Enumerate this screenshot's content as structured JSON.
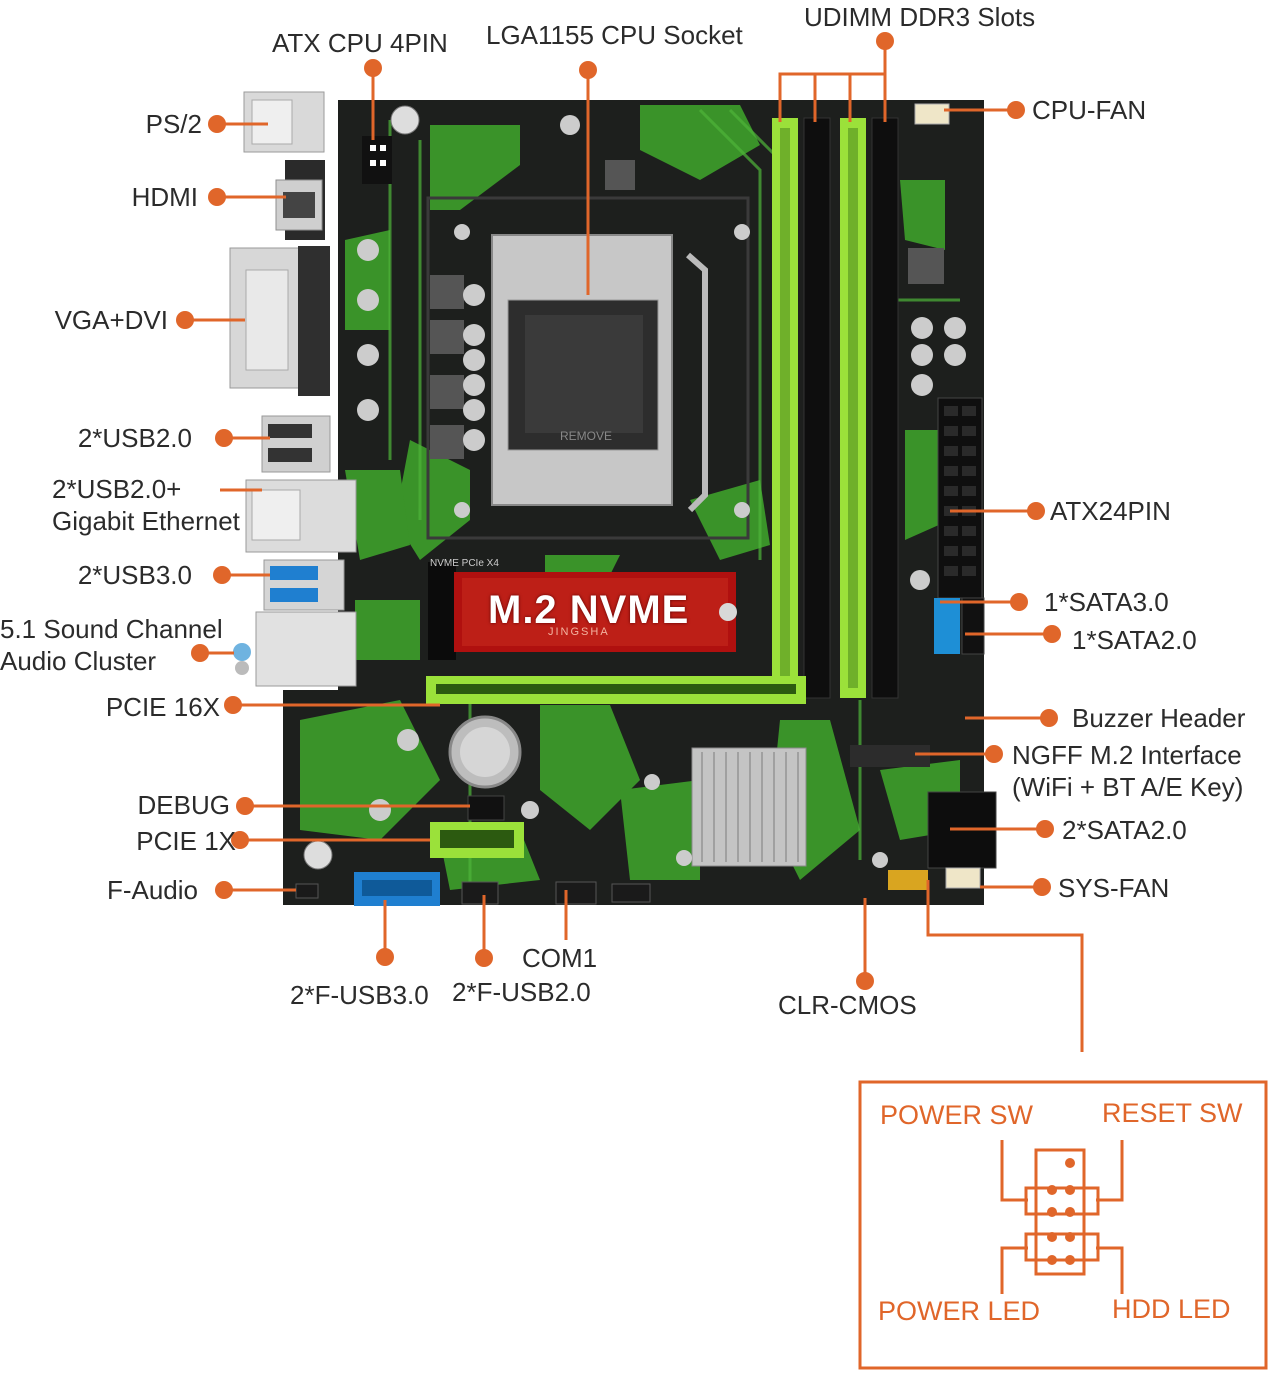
{
  "labels": {
    "atx_cpu": "ATX CPU 4PIN",
    "cpu_socket": "LGA1155 CPU Socket",
    "udimm": "UDIMM DDR3 Slots",
    "ps2": "PS/2",
    "cpu_fan": "CPU-FAN",
    "hdmi": "HDMI",
    "vga_dvi": "VGA+DVI",
    "usb20": "2*USB2.0",
    "usb20_gbe_line1": "2*USB2.0+",
    "usb20_gbe_line2": "Gigabit Ethernet",
    "atx24": "ATX24PIN",
    "usb30": "2*USB3.0",
    "sata30": "1*SATA3.0",
    "sound_line1": "5.1 Sound Channel",
    "sound_line2": "Audio Cluster",
    "sata20_single": "1*SATA2.0",
    "pcie16": "PCIE 16X",
    "buzzer": "Buzzer Header",
    "ngff_line1": "NGFF M.2 Interface",
    "ngff_line2": "(WiFi + BT A/E Key)",
    "debug": "DEBUG",
    "pcie1": "PCIE 1X",
    "sata20_double": "2*SATA2.0",
    "faudio": "F-Audio",
    "sys_fan": "SYS-FAN",
    "com1": "COM1",
    "fusb30": "2*F-USB3.0",
    "fusb20": "2*F-USB2.0",
    "clr_cmos": "CLR-CMOS"
  },
  "board": {
    "m2_badge": "M.2 NVME",
    "m2_brand": "JINGSHA",
    "nvme_silk": "NVME PCIe X4",
    "remove_silk": "REMOVE"
  },
  "panel_header": {
    "power_sw": "POWER SW",
    "reset_sw": "RESET SW",
    "power_led": "POWER LED",
    "hdd_led": "HDD  LED"
  },
  "colors": {
    "callout": "#e0662a",
    "pcb": "#1d1f1d",
    "pcb_green": "#3c9a2a",
    "dimm_green": "#9be13a",
    "sata_blue": "#1e8fd6",
    "usb3_blue": "#1f7fd0",
    "m2_red": "#b0100f"
  }
}
